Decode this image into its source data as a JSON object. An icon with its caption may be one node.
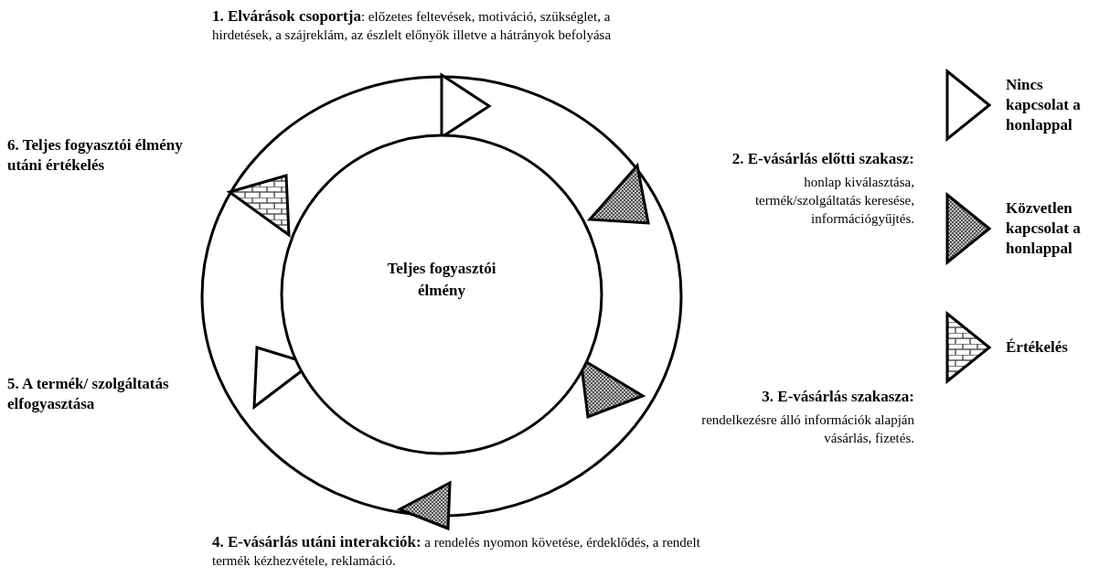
{
  "diagram": {
    "nodes": [
      {
        "text": [
          "Teljes fogyasztói élmény"
        ]
      }
    ],
    "labels": [
      "**1. Elvárások csoportja**: előzetes feltevések, motiváció, szükséglet, a hirdetések, a szájreklám, az észlelt előnyök illetve a hátrányok befolyása",
      "6. Teljes fogyasztói élmény utáni értékelés",
      "**2. E-vásárlás előtti szakasz**:",
      "honlap kiválasztása, termék/szolgáltatás keresése, információgyűjtés.",
      "5. A termék/ szolgáltatás elfogyasztása",
      "3. E-vásárlás szakasza:",
      "rendelkezésre álló információk alapján vásárlás, fizetés.",
      "**4. E-vásárlás utáni interakciók:** a rendelés nyomon követése, érdeklődés, a rendelt termék kézhezvétele, reklamáció."
    ],
    "legend": [
      {
        "text": "Nincs kapcsolat a honlappal"
      },
      {
        "text": "Közvetlen kapcsolat a honlappal"
      },
      {
        "text": "Értékelés"
      }
    ]
  }
}
